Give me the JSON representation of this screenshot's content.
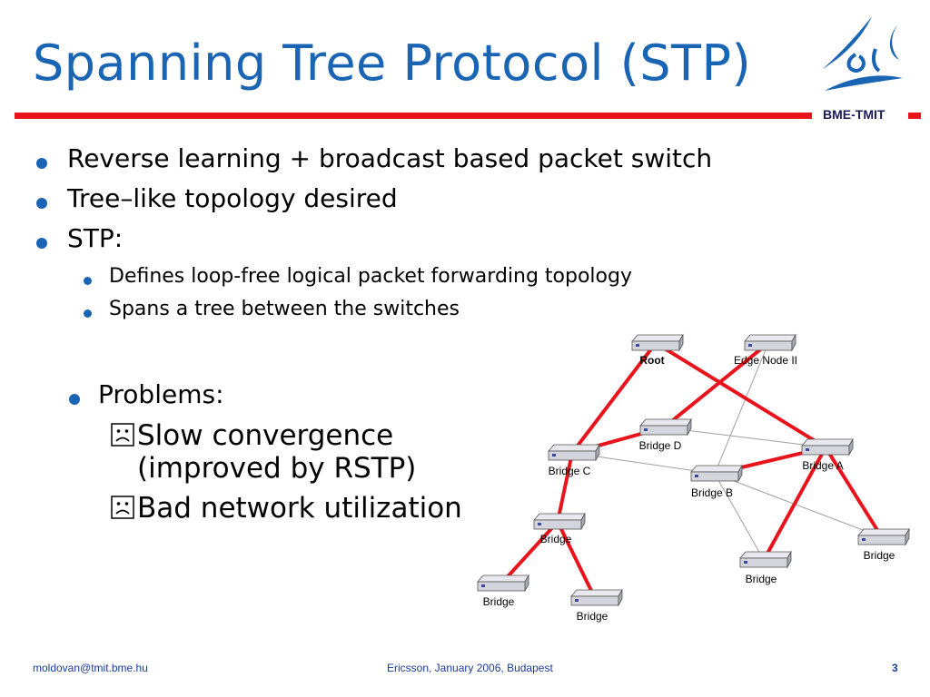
{
  "slide": {
    "title": "Spanning Tree Protocol (STP)",
    "brand": "BME-TMIT",
    "bullets": [
      "Reverse learning + broadcast based packet switch",
      "Tree–like topology desired",
      "STP:"
    ],
    "sub_bullets": [
      "Defines loop-free logical packet forwarding topology",
      "Spans a tree between the switches"
    ],
    "problems_label": "Problems:",
    "problems": [
      "Slow convergence",
      "(improved by RSTP)",
      "Bad network utilization"
    ],
    "problem_icon": "sad-face-icon"
  },
  "diagram": {
    "nodes": [
      {
        "id": "root",
        "label": "Root",
        "bold": true
      },
      {
        "id": "edge2",
        "label": "Edge Node II"
      },
      {
        "id": "bd",
        "label": "Bridge D"
      },
      {
        "id": "bc",
        "label": "Bridge C"
      },
      {
        "id": "ba",
        "label": "Bridge A"
      },
      {
        "id": "bb",
        "label": "Bridge B"
      },
      {
        "id": "bx1",
        "label": "Bridge"
      },
      {
        "id": "bx2",
        "label": "Bridge"
      },
      {
        "id": "bx3",
        "label": "Bridge"
      },
      {
        "id": "bx4",
        "label": "Bridge"
      },
      {
        "id": "bx5",
        "label": "Bridge"
      }
    ],
    "tree_links": [
      [
        "root",
        "bc"
      ],
      [
        "root",
        "ba"
      ],
      [
        "edge2",
        "bd"
      ],
      [
        "bd",
        "bc"
      ],
      [
        "bb",
        "ba"
      ],
      [
        "bc",
        "bx1"
      ],
      [
        "bx1",
        "bx2"
      ],
      [
        "bx1",
        "bx3"
      ],
      [
        "ba",
        "bx4"
      ],
      [
        "ba",
        "bx5"
      ]
    ],
    "other_links": [
      [
        "edge2",
        "bb"
      ],
      [
        "bd",
        "ba"
      ],
      [
        "bc",
        "bb"
      ],
      [
        "bb",
        "bx5"
      ],
      [
        "bb",
        "bx4"
      ]
    ],
    "colors": {
      "tree_link": "#e8131b",
      "other_link": "#a0a0a0",
      "accent": "#1a64b4"
    }
  },
  "footer": {
    "email": "moldovan@tmit.bme.hu",
    "event": "Ericsson,  January 2006,  Budapest",
    "page": "3"
  }
}
